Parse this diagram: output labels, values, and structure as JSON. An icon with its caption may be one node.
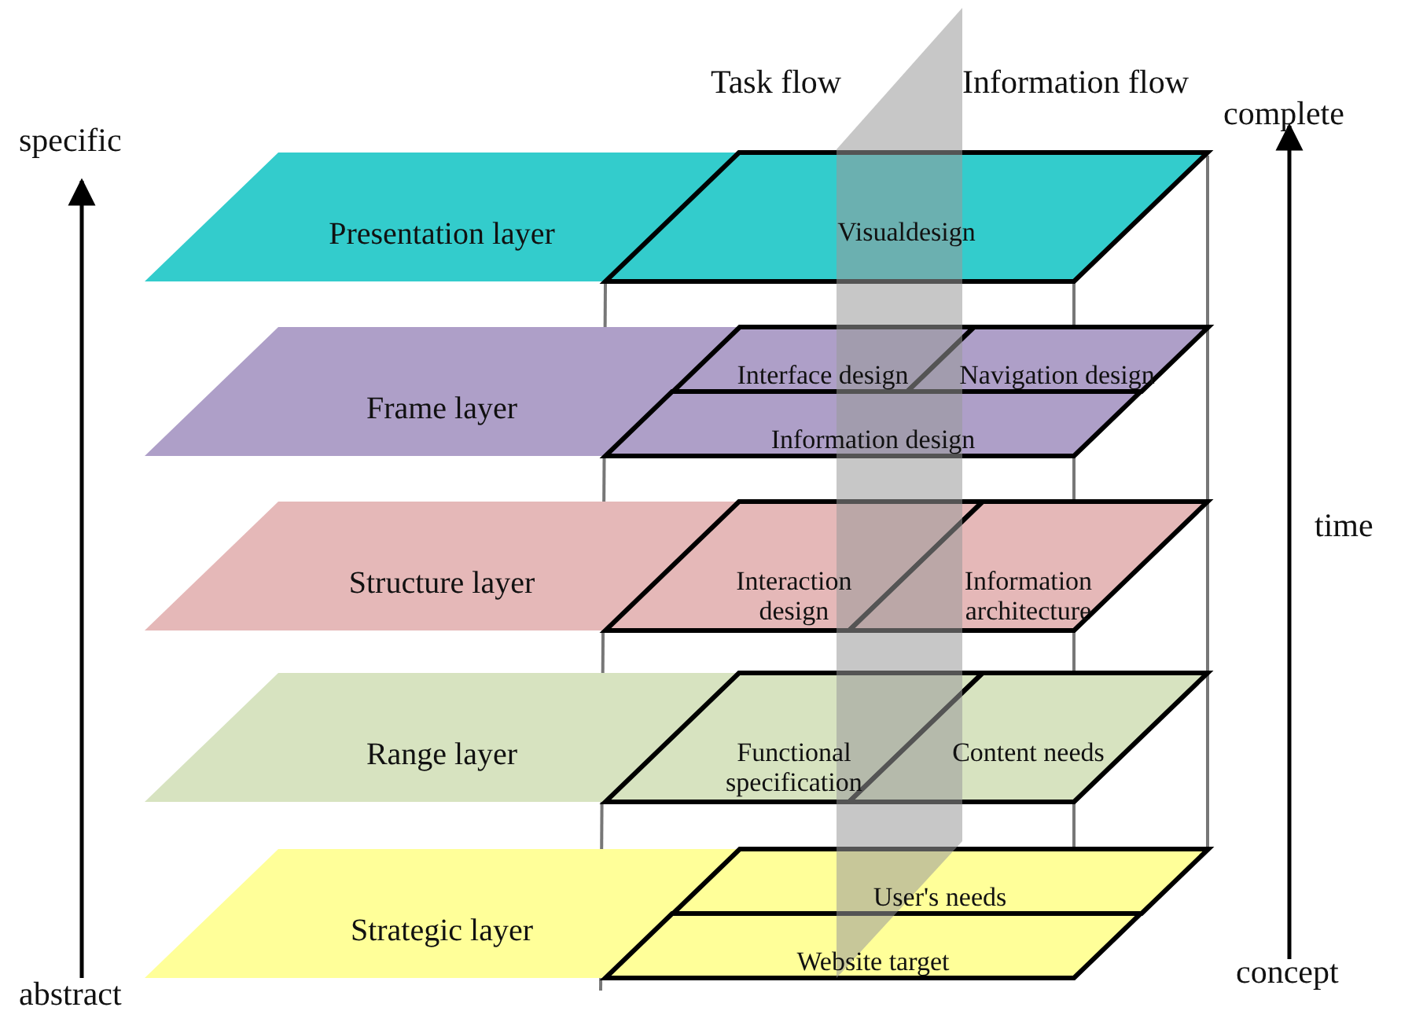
{
  "diagram": {
    "nodes": [
      {
        "text": [
          "Presentation layer"
        ]
      },
      {
        "text": [
          "Visualdesign"
        ]
      },
      {
        "text": [
          "Frame layer"
        ]
      },
      {
        "text": [
          "Interface design"
        ]
      },
      {
        "text": [
          "Navigation design"
        ]
      },
      {
        "text": [
          "Information design"
        ]
      },
      {
        "text": [
          "Structure layer"
        ]
      },
      {
        "text": [
          "Interaction design"
        ]
      },
      {
        "text": [
          "Information architecture"
        ]
      },
      {
        "text": [
          "Range layer"
        ]
      },
      {
        "text": [
          "Functional specification"
        ]
      },
      {
        "text": [
          "Content needs"
        ]
      },
      {
        "text": [
          "Strategic layer"
        ]
      },
      {
        "text": [
          "User's needs"
        ]
      },
      {
        "text": [
          "Website target"
        ]
      }
    ],
    "labels": [
      "Task flow",
      "Information flow",
      "specific",
      "complete",
      "time",
      "abstract",
      "concept"
    ]
  }
}
